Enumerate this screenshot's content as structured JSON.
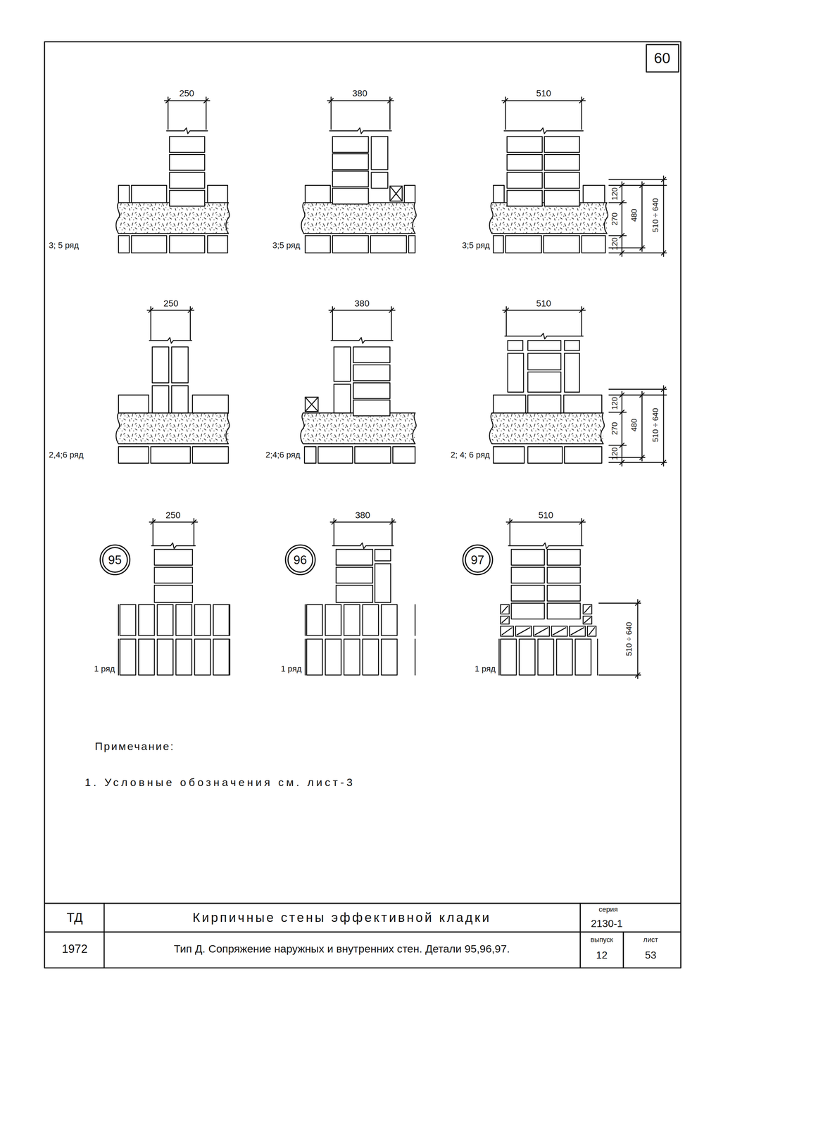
{
  "diagram": {
    "nodes": [
      {
        "text": [
          "95"
        ]
      },
      {
        "text": [
          "96"
        ]
      },
      {
        "text": [
          "97"
        ]
      }
    ],
    "labels": [
      "60",
      "250",
      "380",
      "510",
      "120",
      "270",
      "120",
      "480",
      "510 ÷ 640",
      "3; 5 ряд",
      "3;5 ряд",
      "3;5 ряд",
      "250",
      "380",
      "510",
      "120",
      "270",
      "120",
      "480",
      "510 ÷ 640",
      "2,4;6 ряд",
      "2;4;6 ряд",
      "2; 4; 6 ряд",
      "250",
      "380",
      "510",
      "510 ÷ 640",
      "1 ряд",
      "1 ряд",
      "1 ряд",
      "Примечание:",
      "1. Условные обозначения см. лист-3",
      "ТД",
      "Кирпичные стены эффективной кладки",
      "серия",
      "2130-1",
      "1972",
      "Тип Д. Сопряжение наружных и внутренних стен. Детали 95,96,97.",
      "выпуск",
      "12",
      "лист",
      "53"
    ]
  }
}
